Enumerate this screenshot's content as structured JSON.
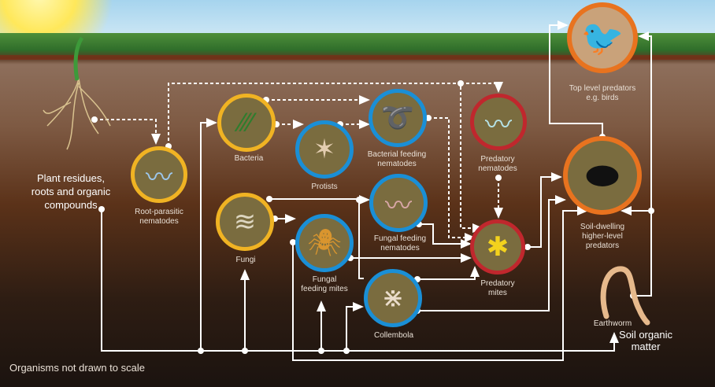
{
  "title_note": "Organisms not drawn to scale",
  "colors": {
    "basal_ring": "#f0b323",
    "second_ring": "#1a8fd6",
    "predator_ring": "#c0272d",
    "top_ring": "#e8731f"
  },
  "nodes": {
    "plant": "Plant residues,\nroots and organic\ncompounds",
    "root_parasitic": "Root-parasitic\nnematodes",
    "bacteria": "Bacteria",
    "protists": "Protists",
    "bacterial_nematodes": "Bacterial feeding\nnematodes",
    "predatory_nematodes": "Predatory\nnematodes",
    "fungi": "Fungi",
    "fungal_mites": "Fungal\nfeeding mites",
    "fungal_nematodes": "Fungal feeding\nnematodes",
    "predatory_mites": "Predatory\nmites",
    "collembola": "Collembola",
    "soil_predators": "Soil-dwelling\nhigher-level\npredators",
    "birds": "Top level predators\ne.g. birds",
    "earthworm": "Earthworm",
    "som": "Soil organic\nmatter"
  }
}
